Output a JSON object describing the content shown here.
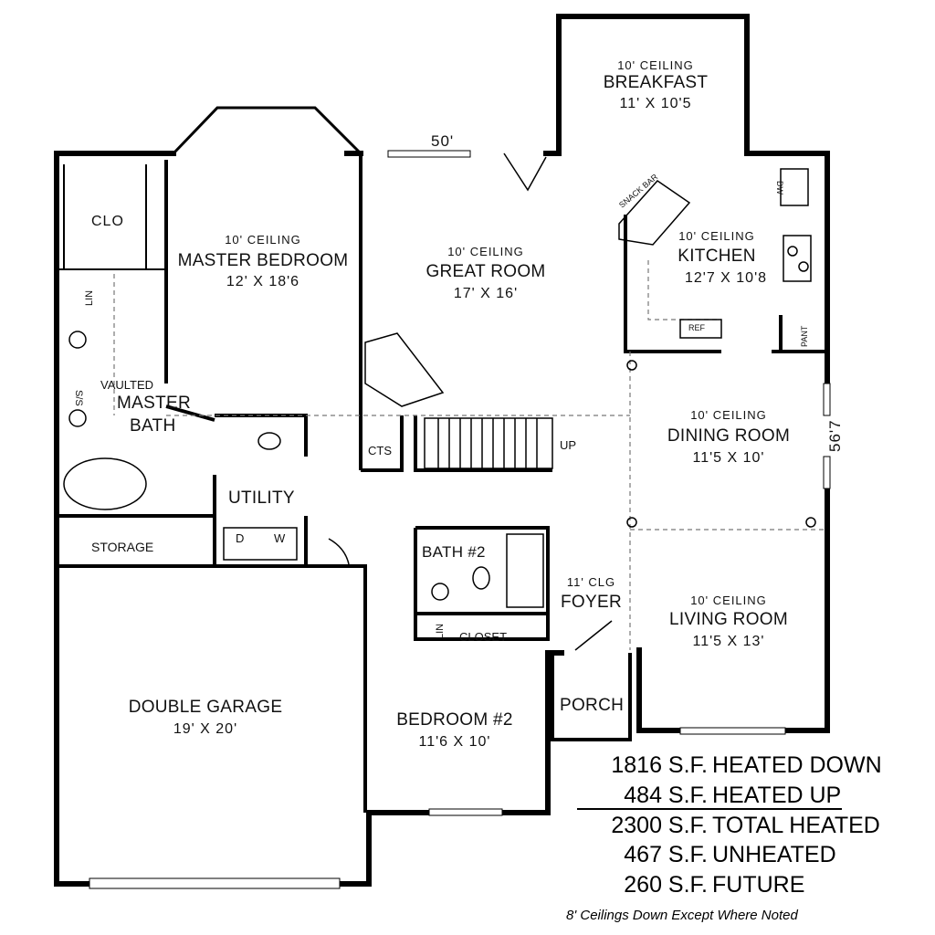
{
  "overall_width": "50'",
  "overall_depth": "56'7",
  "rooms": {
    "breakfast": {
      "ceiling": "10' CEILING",
      "name": "BREAKFAST",
      "dims": "11' X 10'5"
    },
    "master_bedroom": {
      "ceiling": "10' CEILING",
      "name": "MASTER BEDROOM",
      "dims": "12' X 18'6"
    },
    "great_room": {
      "ceiling": "10' CEILING",
      "name": "GREAT ROOM",
      "dims": "17' X 16'"
    },
    "kitchen": {
      "ceiling": "10' CEILING",
      "name": "KITCHEN",
      "dims": "12'7 X 10'8"
    },
    "dining_room": {
      "ceiling": "10' CEILING",
      "name": "DINING ROOM",
      "dims": "11'5 X 10'"
    },
    "living_room": {
      "ceiling": "10' CEILING",
      "name": "LIVING ROOM",
      "dims": "11'5 X 13'"
    },
    "foyer": {
      "ceiling": "11' CLG",
      "name": "FOYER"
    },
    "master_bath": {
      "vaulted": "VAULTED",
      "name_line1": "MASTER",
      "name_line2": "BATH"
    },
    "closet_master": {
      "name": "CLO"
    },
    "utility": {
      "name": "UTILITY"
    },
    "storage": {
      "name": "STORAGE"
    },
    "bath2": {
      "name": "BATH #2"
    },
    "double_garage": {
      "name": "DOUBLE GARAGE",
      "dims": "19' X 20'"
    },
    "bedroom2": {
      "name": "BEDROOM #2",
      "dims": "11'6 X 10'"
    },
    "porch": {
      "name": "PORCH"
    },
    "closet2": {
      "name": "CLOSET"
    },
    "cts": {
      "name": "CTS"
    }
  },
  "fixtures": {
    "snack_bar": "SNACK BAR",
    "dishwasher": "DW",
    "refrigerator": "REF",
    "pantry": "PANT",
    "linen_master": "LIN",
    "linen_bath2": "LIN",
    "dryer": "D",
    "washer": "W",
    "stair_up": "UP",
    "vanity_sinks": "S/S"
  },
  "area_summary": [
    {
      "sf": "1816 S.F.",
      "desc": "HEATED DOWN"
    },
    {
      "sf": "484 S.F.",
      "desc": "HEATED UP"
    },
    {
      "sf": "2300 S.F.",
      "desc": "TOTAL HEATED"
    },
    {
      "sf": "467 S.F.",
      "desc": "UNHEATED"
    },
    {
      "sf": "260 S.F.",
      "desc": "FUTURE"
    }
  ],
  "ceiling_note": "8' Ceilings Down Except Where Noted"
}
